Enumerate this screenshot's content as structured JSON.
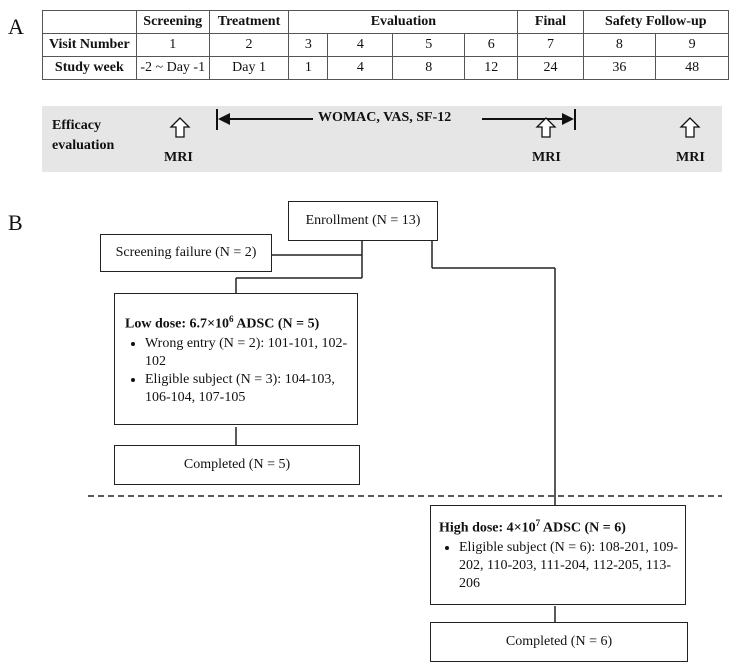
{
  "panel_a": {
    "label": "A",
    "phases": [
      "Screening",
      "Treatment",
      "Evaluation",
      "Final",
      "Safety Follow-up"
    ],
    "visit_row_label": "Visit Number",
    "visits": [
      "1",
      "2",
      "3",
      "4",
      "5",
      "6",
      "7",
      "8",
      "9"
    ],
    "week_row_label": "Study week",
    "weeks": [
      "-2 ~ Day -1",
      "Day 1",
      "1",
      "4",
      "8",
      "12",
      "24",
      "36",
      "48"
    ],
    "efficacy_label_line1": "Efficacy",
    "efficacy_label_line2": "evaluation",
    "range_label": "WOMAC, VAS, SF-12",
    "mri_label": "MRI"
  },
  "panel_b": {
    "label": "B",
    "enrollment": "Enrollment (N = 13)",
    "screening_failure": "Screening failure (N = 2)",
    "low_dose": {
      "prefix": "Low dose: 6.7",
      "times": "×",
      "base": "10",
      "exp": "6",
      "suffix": " ADSC (N = 5)",
      "items": [
        "Wrong entry (N = 2): 101-101, 102-102",
        "Eligible subject (N = 3): 104-103, 106-104, 107-105"
      ]
    },
    "low_completed": "Completed (N = 5)",
    "high_dose": {
      "prefix": "High dose: 4",
      "times": "×",
      "base": "10",
      "exp": "7",
      "suffix": " ADSC (N = 6)",
      "items": [
        "Eligible subject (N = 6): 108-201, 109-202, 110-203, 111-204, 112-205, 113-206"
      ]
    },
    "high_completed": "Completed (N = 6)"
  }
}
